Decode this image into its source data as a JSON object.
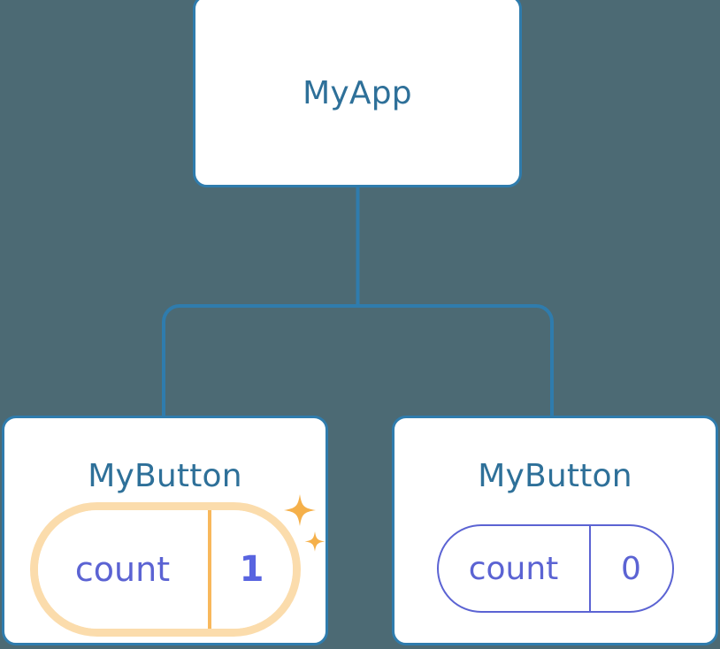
{
  "diagram": {
    "type": "component-tree",
    "background_color": "#4c6a74",
    "connector_color": "#2f7cad",
    "node_border_color": "#2f7cad",
    "node_title_color": "#2e7099",
    "state_color": "#5b63d3",
    "highlight_color": "#f8b85c",
    "highlight_glow_color": "#fbdcac"
  },
  "root": {
    "title": "MyApp"
  },
  "children": [
    {
      "title": "MyButton",
      "state": {
        "key": "count",
        "value": "1"
      },
      "highlighted": true,
      "sparkle_icons": [
        "sparkle-large-icon",
        "sparkle-small-icon"
      ]
    },
    {
      "title": "MyButton",
      "state": {
        "key": "count",
        "value": "0"
      },
      "highlighted": false
    }
  ]
}
